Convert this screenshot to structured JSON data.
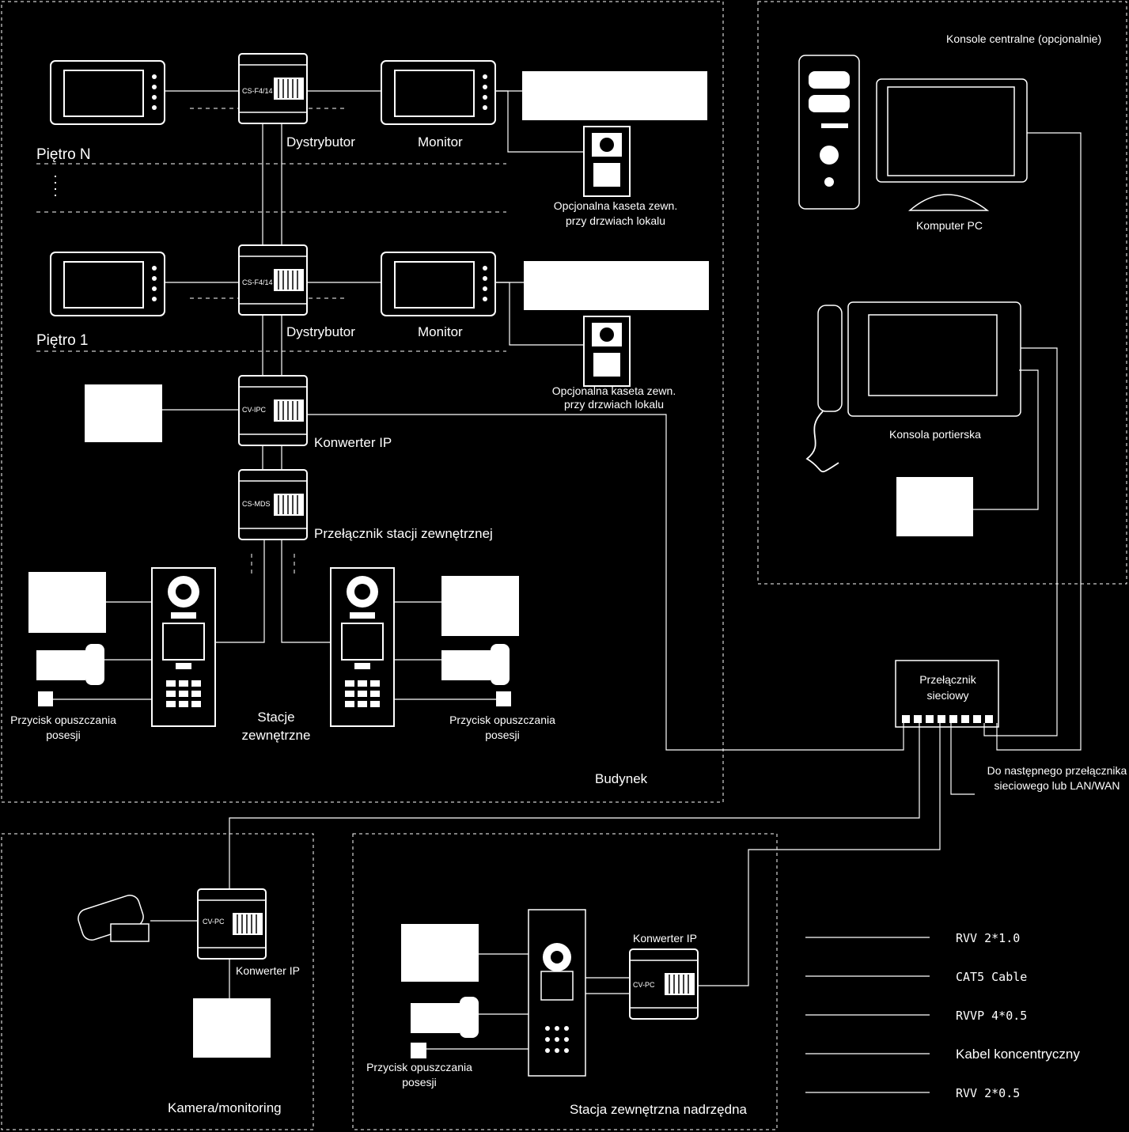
{
  "zones": {
    "building": "Budynek",
    "central": "Konsole centralne (opcjonalnie)",
    "camera": "Kamera/monitoring",
    "master_station": "Stacja zewnętrzna nadrzędna"
  },
  "floors": {
    "top": "Piętro N",
    "first": "Piętro 1"
  },
  "devices": {
    "distributor": "Dystrybutor",
    "monitor": "Monitor",
    "optional_door_station": [
      "Opcjonalna kaseta zewn.",
      "przy drzwiach lokalu"
    ],
    "ip_converter": "Konwerter IP",
    "outdoor_switch": "Przełącznik stacji zewnętrznej",
    "outdoor_stations": [
      "Stacje",
      "zewnętrzne"
    ],
    "exit_button": [
      "Przycisk opuszczania",
      "posesji"
    ],
    "pc": "Komputer PC",
    "concierge": "Konsola portierska",
    "network_switch": [
      "Przełącznik",
      "sieciowy"
    ],
    "next_switch": [
      "Do następnego przełącznika",
      "sieciowego lub LAN/WAN"
    ]
  },
  "module_codes": {
    "dist_n": "CS-F4/14",
    "dist_1": "CS-F4/14",
    "ip_building": "CV-IPC",
    "mds": "CS-MDS",
    "ip_camera": "CV-PC",
    "ip_master": "CV-PC"
  },
  "legend": [
    {
      "label": "RVV 2*1.0"
    },
    {
      "label": "CAT5 Cable"
    },
    {
      "label": "RVVP 4*0.5"
    },
    {
      "label": "Kabel koncentryczny"
    },
    {
      "label": "RVV 2*0.5"
    }
  ]
}
